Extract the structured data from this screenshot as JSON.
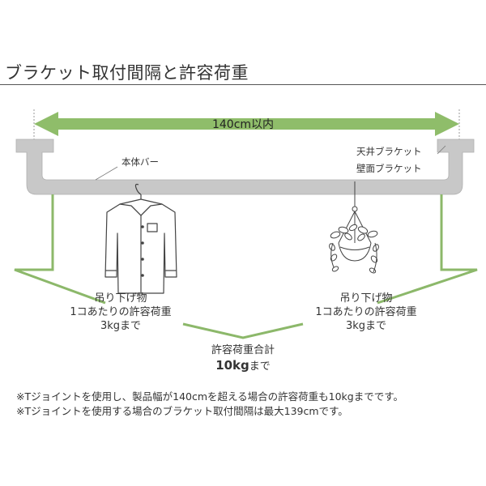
{
  "title": "ブラケット取付間隔と許容荷重",
  "span_label": "140cm以内",
  "bar_label": "本体バー",
  "bracket_labels": [
    "天井ブラケット",
    "壁面ブラケット"
  ],
  "left_load": {
    "line1": "吊り下げ物",
    "line2": "1コあたりの許容荷重",
    "line3": "3kgまで"
  },
  "right_load": {
    "line1": "吊り下げ物",
    "line2": "1コあたりの許容荷重",
    "line3": "3kgまで"
  },
  "total": {
    "line1": "許容荷重合計",
    "value": "10kg",
    "suffix": "まで"
  },
  "notes": [
    "※Tジョイントを使用し、製品幅が140cmを超える場合の許容荷重も10kgまでです。",
    "※Tジョイントを使用する場合のブラケット取付間隔は最大139cmです。"
  ],
  "colors": {
    "arrow_green": "#8fbd6a",
    "bracket_gray": "#c8c8c8",
    "line_green": "#8cb86a",
    "text": "#333333"
  },
  "icons": [
    "shirt-on-hanger-icon",
    "hanging-plant-icon"
  ]
}
